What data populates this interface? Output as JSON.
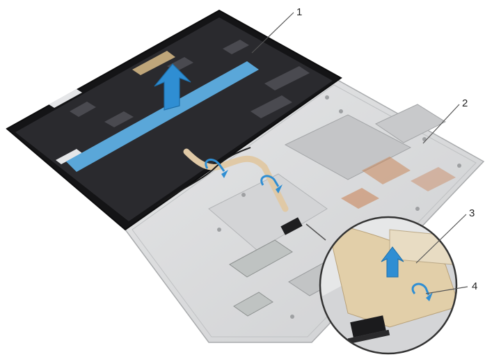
{
  "callouts": [
    {
      "id": "1",
      "label": "1"
    },
    {
      "id": "2",
      "label": "2"
    },
    {
      "id": "3",
      "label": "3"
    },
    {
      "id": "4",
      "label": "4"
    }
  ],
  "colors": {
    "display_panel": "#2a2a2e",
    "display_frame": "#141416",
    "system_board": "#d9dadb",
    "tape": "#5aa7d9",
    "arrow": "#2f8ed3",
    "copper": "#c9865a",
    "leader": "#555555"
  }
}
